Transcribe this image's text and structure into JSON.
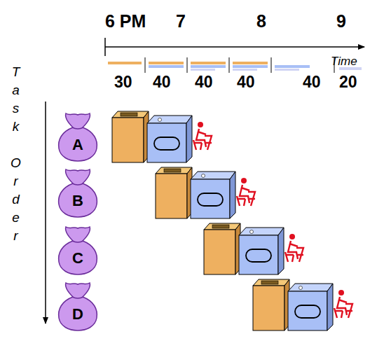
{
  "diagram": {
    "nodes": [
      {
        "text": [
          "A"
        ]
      },
      {
        "text": [
          "B"
        ]
      },
      {
        "text": [
          "C"
        ]
      },
      {
        "text": [
          "D"
        ]
      }
    ],
    "labels": [
      "6 PM",
      "7",
      "8",
      "9",
      "Time",
      "Task Order",
      "30",
      "40",
      "40",
      "40",
      "40",
      "20"
    ]
  }
}
